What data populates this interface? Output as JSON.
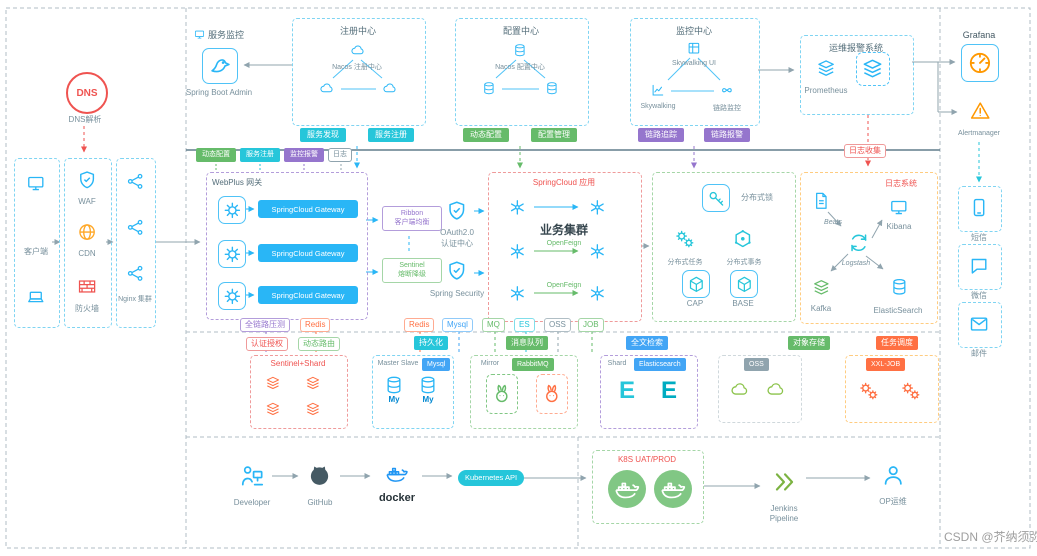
{
  "watermark": "CSDN @芥纳须弥",
  "top": {
    "service_monitor_label": "服务监控",
    "spring_boot_admin": "Spring Boot Admin",
    "registry": {
      "title": "注册中心",
      "center_label": "Nacos 注册中心",
      "badge1": "服务发现",
      "badge2": "服务注册"
    },
    "config": {
      "title": "配置中心",
      "center_label": "Nacos 配置中心",
      "badge1": "动态配置",
      "badge2": "配置管理"
    },
    "monitor": {
      "title": "监控中心",
      "node_top": "Skywalking UI",
      "node_left": "Skywalking",
      "node_right": "链路监控",
      "badge1": "链路追踪",
      "badge2": "链路报警"
    },
    "alert_system": {
      "title": "运维报警系统",
      "node": "Prometheus"
    },
    "grafana": "Grafana",
    "alertmanager": "Alertmanager",
    "channel1": "短信",
    "channel2": "微信",
    "channel3": "邮件"
  },
  "left": {
    "dns_icon": "DNS",
    "dns_label": "DNS解析",
    "client": "客户端",
    "waf": "WAF",
    "cdn": "CDN",
    "firewall": "防火墙",
    "nginx": "Nginx 集群"
  },
  "middle": {
    "junction": {
      "b1": "动态配置",
      "b2": "服务注册",
      "b3": "监控报警",
      "b4": "日志"
    },
    "gateway": {
      "title": "WebPlus 网关",
      "rows": [
        "SpringCloud Gateway",
        "SpringCloud Gateway",
        "SpringCloud Gateway"
      ]
    },
    "ribbon": {
      "l1": "Ribbon",
      "l2": "客户端均衡"
    },
    "sentinel": {
      "l1": "Sentinel",
      "l2": "熔断降级"
    },
    "oauth": {
      "l1": "OAuth2.0",
      "l2": "认证中心"
    },
    "security": "Spring Security",
    "business": {
      "title": "SpringCloud 应用",
      "big": "业务集群",
      "feign": "OpenFeign"
    },
    "dist": {
      "lock": "分布式锁",
      "task": "分布式任务",
      "tx": "分布式事务",
      "cap": "CAP",
      "base": "BASE"
    },
    "logging": {
      "title": "日志系统",
      "collect": "日志收集",
      "beats": "Beats",
      "logstash": "Logstash",
      "kibana": "Kibana",
      "kafka": "Kafka",
      "es": "ElasticSearch"
    },
    "pills": {
      "p1": "全链路压测",
      "p2": "Redis",
      "p3": "Redis",
      "p4": "Mysql",
      "p5": "MQ",
      "p6": "ES",
      "p7": "OSS",
      "p8": "JOB"
    }
  },
  "storage": {
    "tags": {
      "t1": "认证授权",
      "t2": "动态路由",
      "t3": "持久化",
      "t4": "消息队列",
      "t5": "全文检索",
      "t6": "对象存储",
      "t7": "任务调度"
    },
    "redis": {
      "title": "Sentinel+Shard"
    },
    "mysql": {
      "label": "Master Slave",
      "badge": "Mysql",
      "icon": "My"
    },
    "rabbit": {
      "label": "Mirror",
      "badge": "RabbitMQ"
    },
    "es": {
      "label": "Shard",
      "badge": "Elasticsearch",
      "icon": "E"
    },
    "oss": {
      "badge": "OSS"
    },
    "job": {
      "badge": "XXL-JOB"
    }
  },
  "devops": {
    "developer": "Developer",
    "github": "GitHub",
    "docker": "docker",
    "k8s_api": "Kubernetes API",
    "k8s_title": "K8S UAT/PROD",
    "jenkins1": "Jenkins",
    "jenkins2": "Pipeline",
    "op": "OP运维"
  }
}
